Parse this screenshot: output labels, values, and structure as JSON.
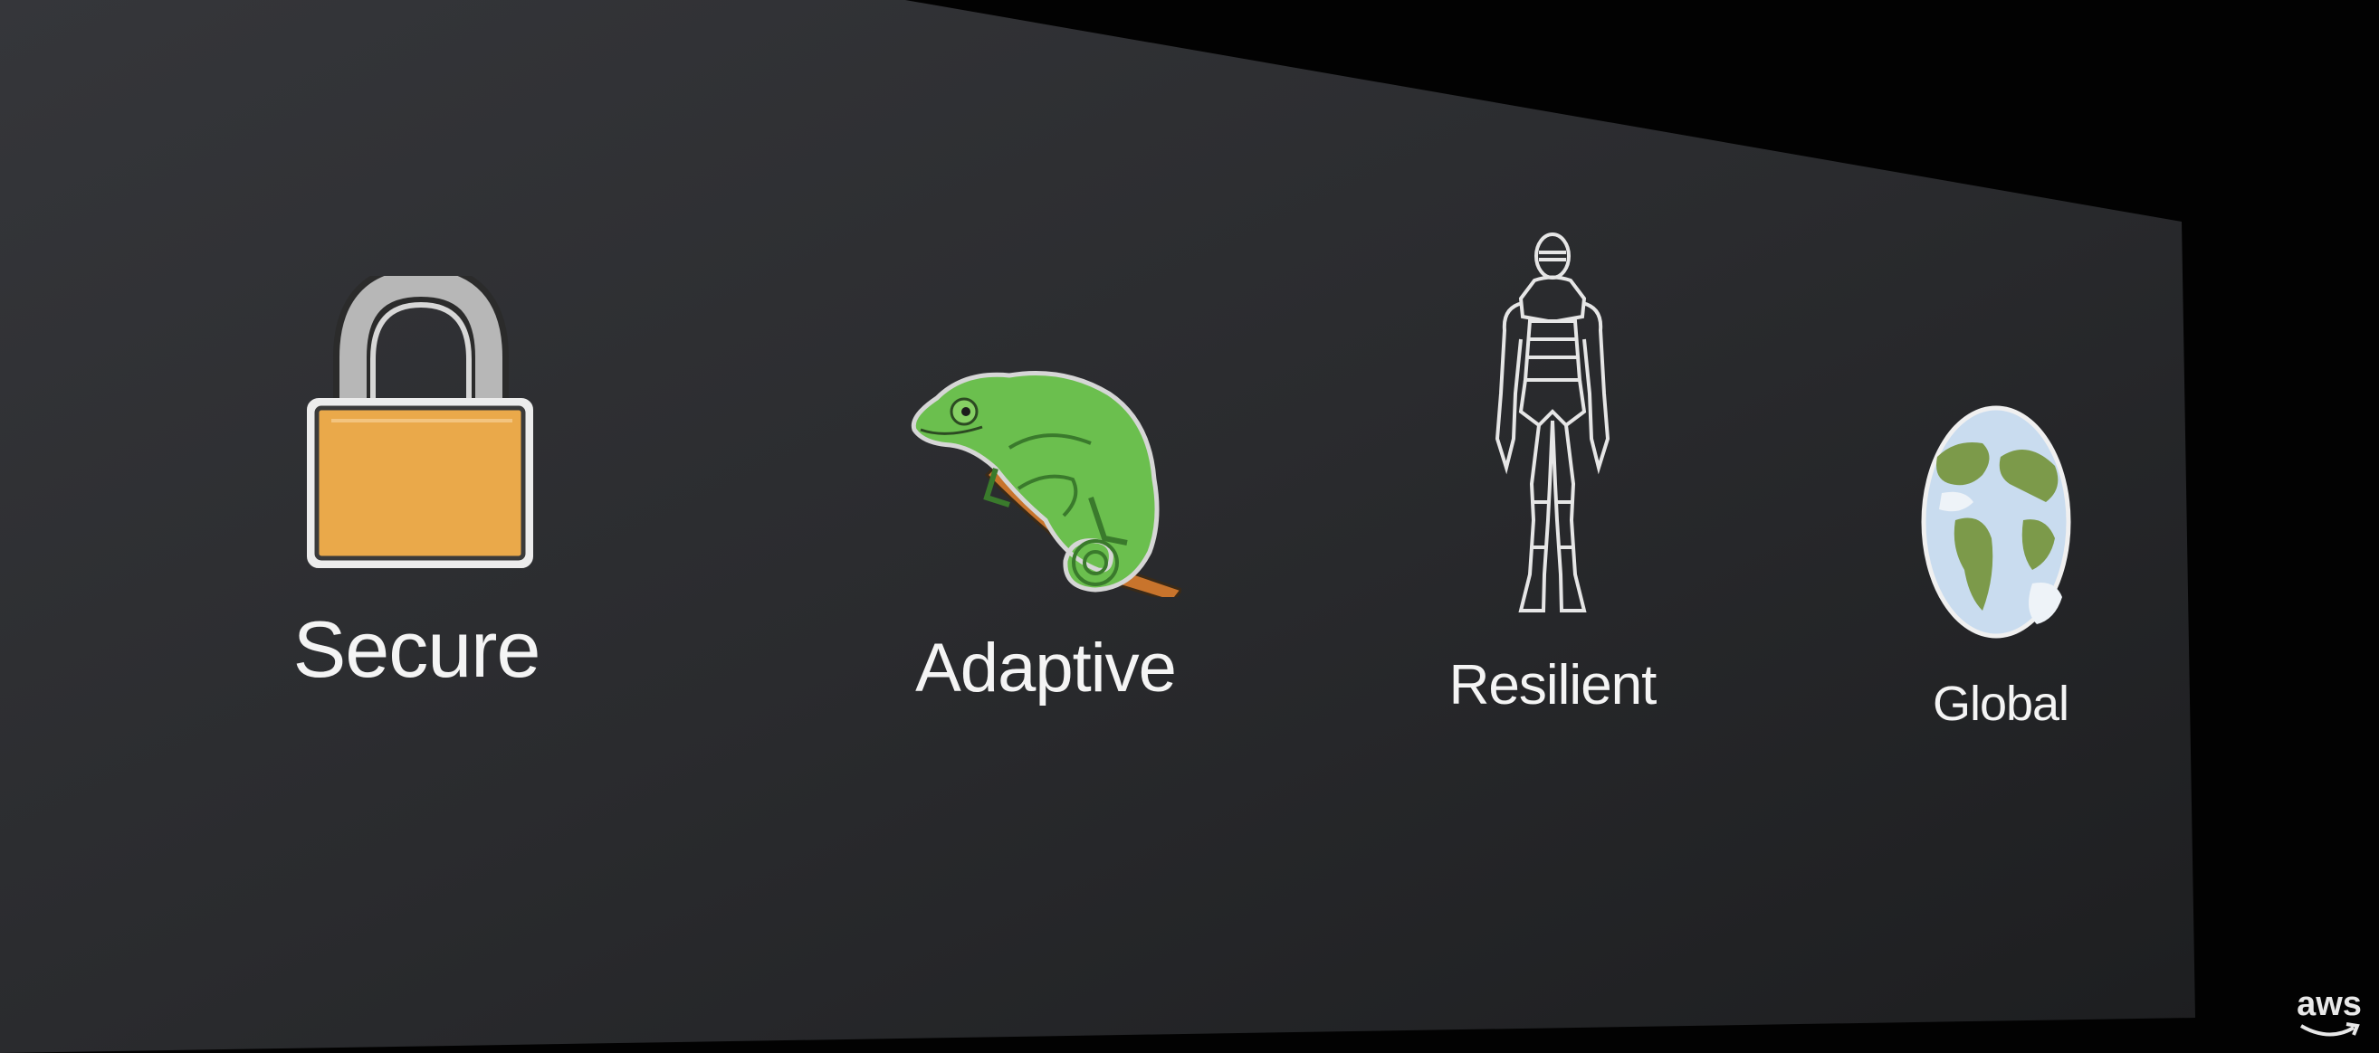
{
  "slide": {
    "items": [
      {
        "icon": "padlock-icon",
        "label": "Secure"
      },
      {
        "icon": "chameleon-icon",
        "label": "Adaptive"
      },
      {
        "icon": "knight-armor-icon",
        "label": "Resilient"
      },
      {
        "icon": "globe-icon",
        "label": "Global"
      }
    ]
  },
  "watermark": {
    "logo_text": "aws",
    "icon": "aws-smile-icon"
  },
  "colors": {
    "screen": "#2a2b2e",
    "background": "#020202",
    "lock_body": "#eaa94a",
    "lock_shackle": "#b5b5b5",
    "chameleon": "#6bbf4e",
    "branch": "#c8742c",
    "globe_water": "#c9dcef",
    "globe_land": "#7c9a4a"
  }
}
